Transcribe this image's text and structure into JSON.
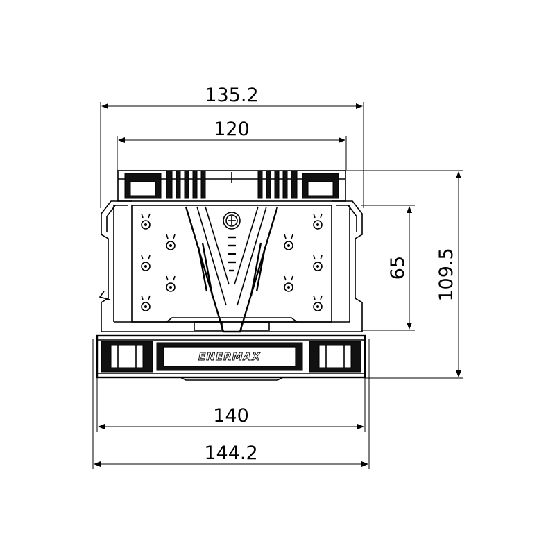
{
  "drawing": {
    "brand_logo": "ENERMAX",
    "dimensions": {
      "top_overall_width": "135.2",
      "top_fan_width": "120",
      "right_inner_height": "65",
      "right_overall_height": "109.5",
      "bottom_fan_width": "140",
      "bottom_overall_width": "144.2"
    },
    "units": "mm",
    "colors": {
      "line": "#000000",
      "background": "#ffffff"
    }
  }
}
